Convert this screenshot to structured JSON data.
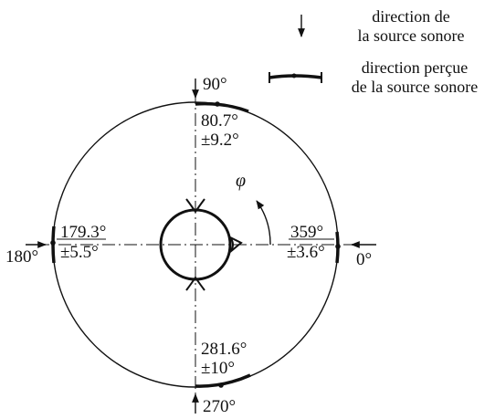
{
  "legend": {
    "source_direction": [
      "direction de",
      "la source sonore"
    ],
    "perceived_direction": [
      "direction perçue",
      "de la source sonore"
    ]
  },
  "angle_symbol": "φ",
  "directions": {
    "top": {
      "angle_label": "90°",
      "perceived_value": "80.7°",
      "perceived_error": "±9.2°"
    },
    "left": {
      "angle_label": "180°",
      "perceived_value": "179.3°",
      "perceived_error": "±5.5°"
    },
    "right": {
      "angle_label": "0°",
      "perceived_value": "359°",
      "perceived_error": "±3.6°"
    },
    "bottom": {
      "angle_label": "270°",
      "perceived_value": "281.6°",
      "perceived_error": "±10°"
    }
  },
  "colors": {
    "ink": "#111111",
    "background": "#ffffff"
  }
}
